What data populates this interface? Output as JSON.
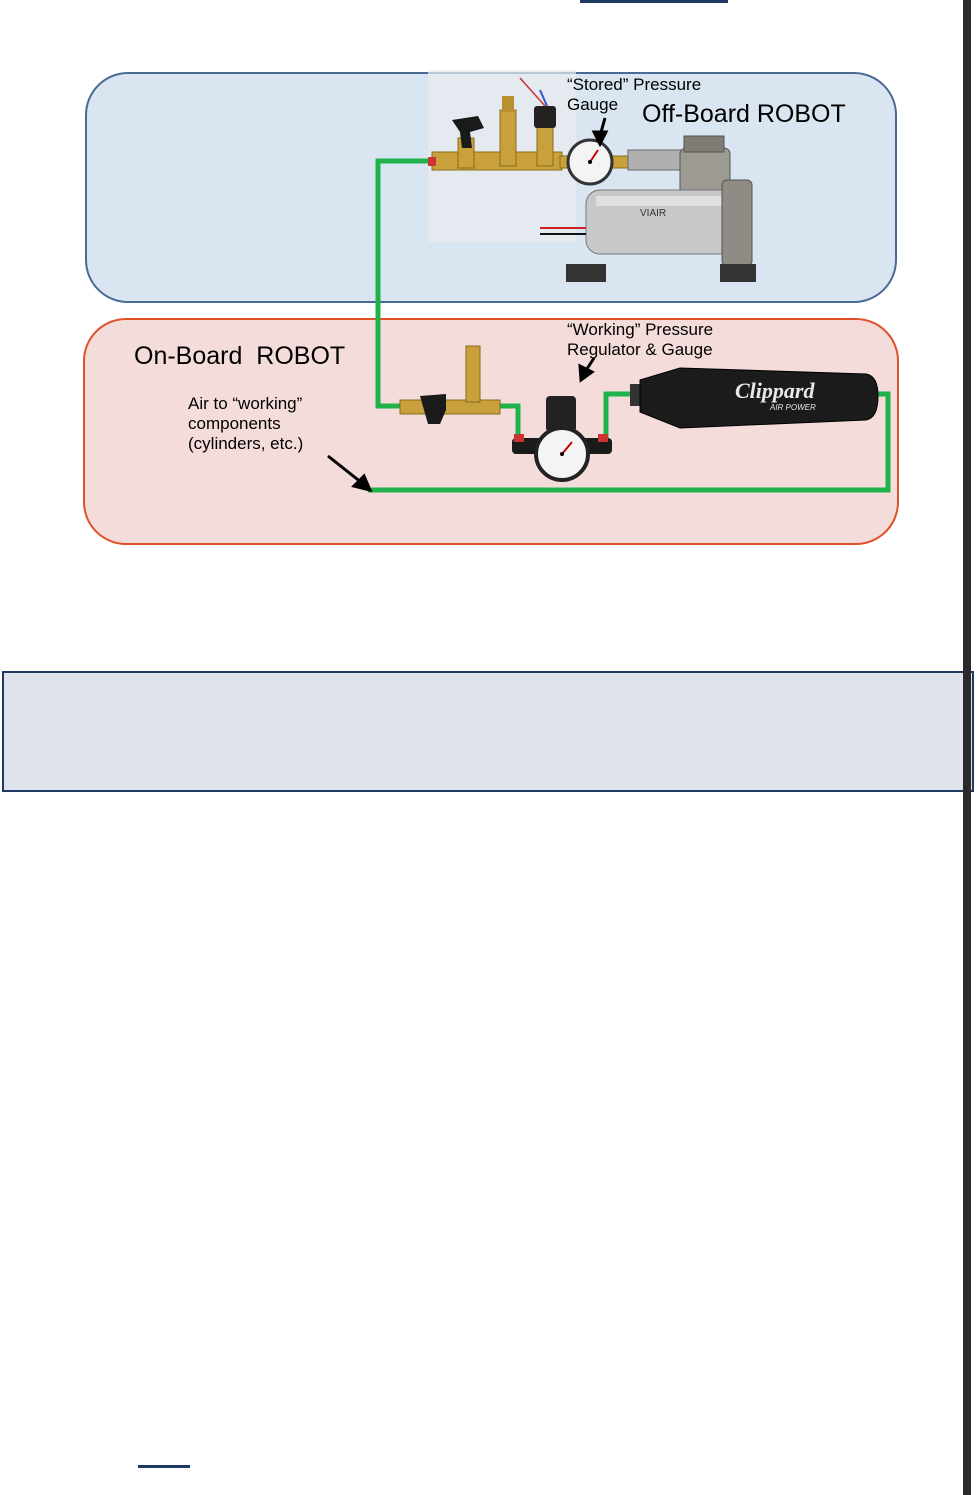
{
  "diagram": {
    "offboard_title": "Off-Board ROBOT",
    "onboard_title": "On-Board  ROBOT",
    "stored_gauge_label": [
      "“Stored” Pressure",
      "Gauge"
    ],
    "working_regulator_label": [
      "“Working” Pressure",
      "Regulator & Gauge"
    ],
    "air_components_label": [
      "Air to “working”",
      "components",
      "(cylinders, etc.)"
    ],
    "compressor_brand": "VIAIR",
    "tank_brand": "Clippard",
    "tank_subbrand": "AIR POWER"
  },
  "colors": {
    "offboard_fill": "#d9e5f1",
    "offboard_border": "#4a6a96",
    "onboard_fill": "#f4dcdb",
    "onboard_border": "#e0502a",
    "air_line": "#1fb24a",
    "textbox_fill": "#dfe3ec",
    "textbox_border": "#1f3864"
  }
}
